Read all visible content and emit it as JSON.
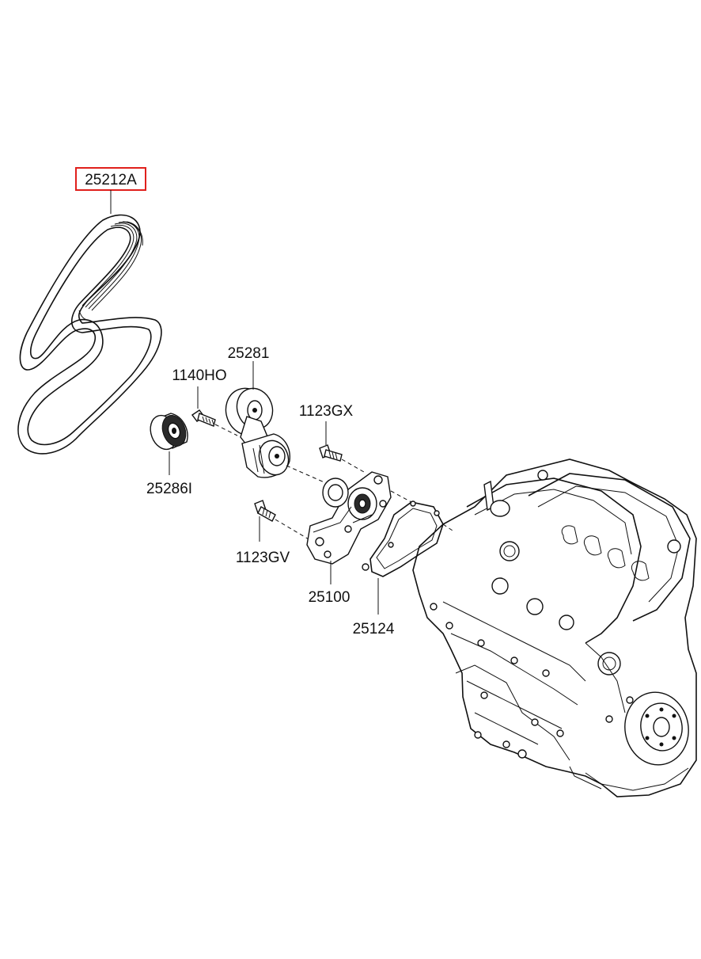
{
  "diagram": {
    "highlighted_part": "25212A",
    "highlight_color": "#e0201c",
    "labels": {
      "belt": "25212A",
      "tensioner": "25281",
      "tensioner_bolt": "1140HO",
      "idler_pulley": "25286I",
      "pump_bolt_upper": "1123GX",
      "pump_bolt_lower": "1123GV",
      "water_pump": "25100",
      "gasket": "25124"
    }
  }
}
